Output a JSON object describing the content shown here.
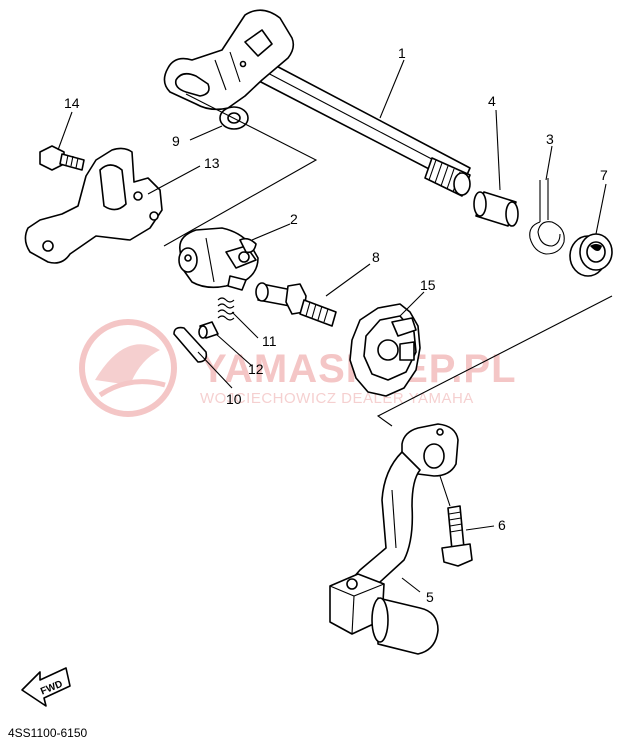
{
  "diagram": {
    "diagram_code": "4SS1100-6150",
    "fwd_label": "FWD",
    "watermark": {
      "title": "YAMASKLEP.PL",
      "subtitle": "WOJCIECHOWICZ DEALER YAMAHA",
      "color": "#f3c0c0"
    },
    "callouts": [
      "1",
      "2",
      "3",
      "4",
      "5",
      "6",
      "7",
      "8",
      "9",
      "10",
      "11",
      "12",
      "13",
      "14",
      "15"
    ]
  }
}
